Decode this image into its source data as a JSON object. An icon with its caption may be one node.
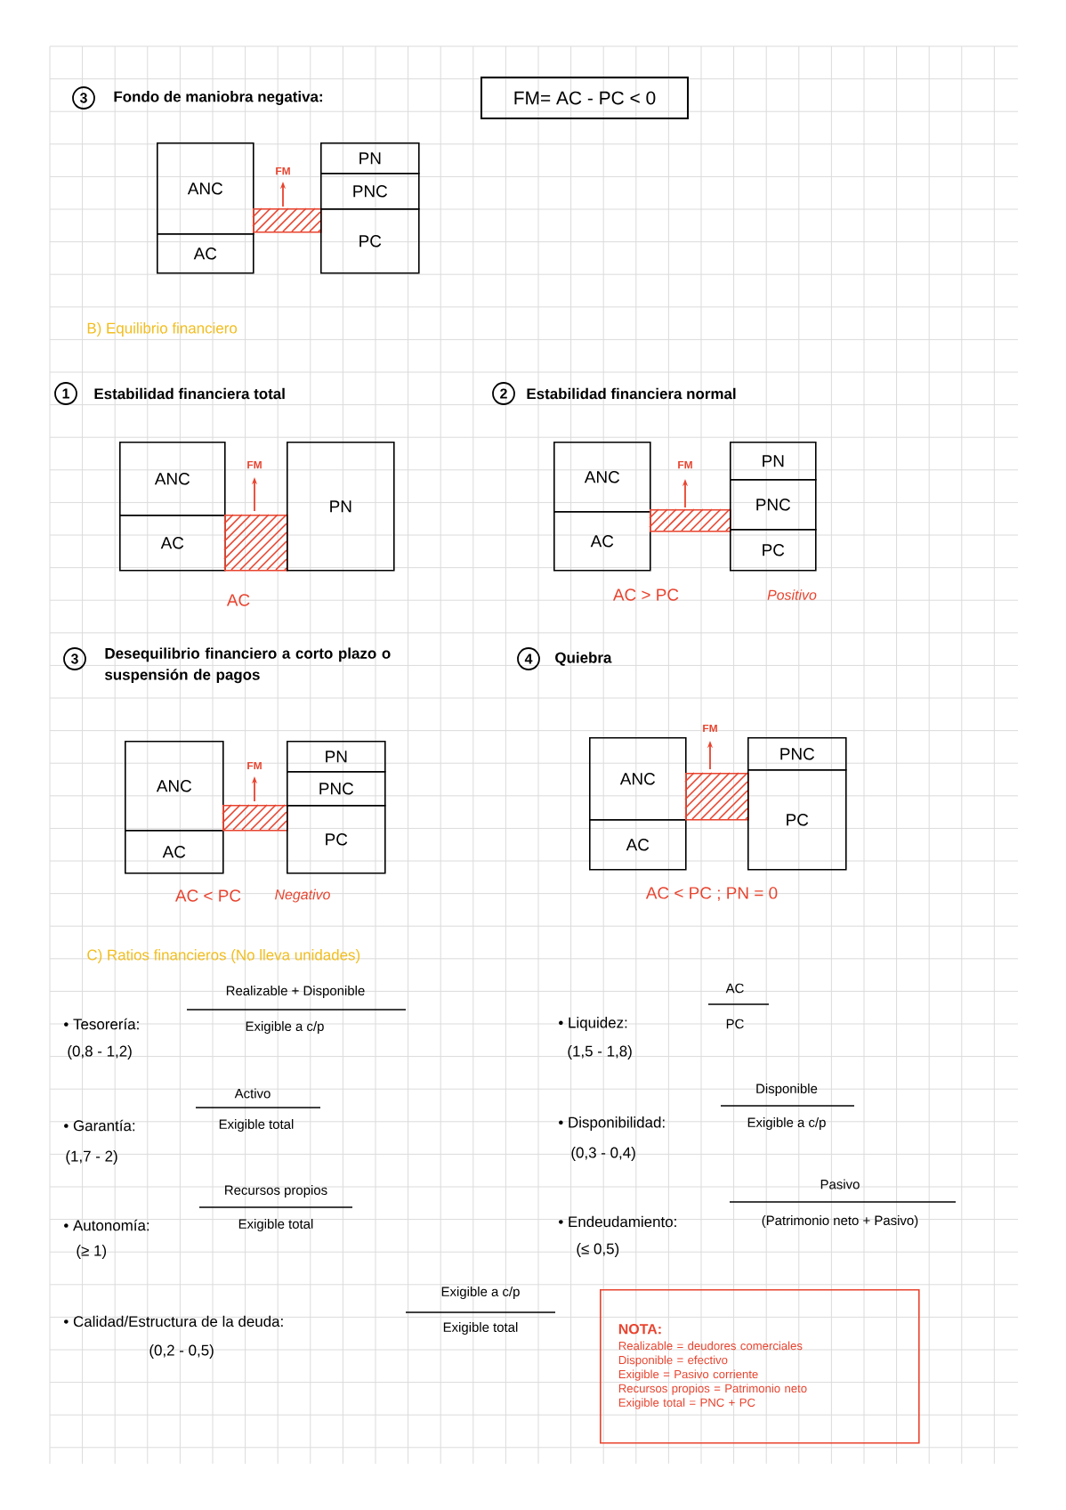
{
  "diagram": {
    "nodes": [
      {
        "text": [
          "FM= AC - PC < 0"
        ]
      },
      {
        "text": [
          "ANC"
        ]
      },
      {
        "text": [
          "AC"
        ]
      },
      {
        "text": [],
        "shape": "bar"
      },
      {
        "text": [
          "PN"
        ]
      },
      {
        "text": [
          "PNC"
        ]
      },
      {
        "text": [
          "PC"
        ]
      },
      {
        "text": [
          "ANC"
        ]
      },
      {
        "text": [
          "AC"
        ]
      },
      {
        "text": [],
        "shape": "bar"
      },
      {
        "text": [
          "PN"
        ]
      },
      {
        "text": [
          "ANC"
        ]
      },
      {
        "text": [
          "AC"
        ]
      },
      {
        "text": [],
        "shape": "bar"
      },
      {
        "text": [
          "PN"
        ]
      },
      {
        "text": [
          "PNC"
        ]
      },
      {
        "text": [
          "PC"
        ]
      },
      {
        "text": [
          "ANC"
        ]
      },
      {
        "text": [
          "AC"
        ]
      },
      {
        "text": [],
        "shape": "bar"
      },
      {
        "text": [
          "PN"
        ]
      },
      {
        "text": [
          "PNC"
        ]
      },
      {
        "text": [
          "PC"
        ]
      },
      {
        "text": [
          "ANC"
        ]
      },
      {
        "text": [
          "AC"
        ]
      },
      {
        "text": [],
        "shape": "bar"
      },
      {
        "text": [
          "PNC"
        ]
      },
      {
        "text": [
          "PC"
        ]
      },
      {
        "text": [
          "NOTA:",
          "Realizable = deudores comerciales",
          "Disponible = efectivo",
          "Exigible = Pasivo corriente",
          "Recursos propios = Patrimonio neto",
          "Exigible total = PNC + PC"
        ]
      }
    ],
    "labels": [
      "3",
      "Fondo de maniobra negativa:",
      "FM",
      "B) Equilibrio financiero",
      "1",
      "Estabilidad financiera total",
      "2",
      "Estabilidad financiera normal",
      "FM",
      "FM",
      "AC",
      "AC > PC",
      "Positivo",
      "3",
      "Desequilibrio financiero a corto plazo o suspensión de pagos",
      "4",
      "Quiebra",
      "FM",
      "FM",
      "AC < PC",
      "Negativo",
      "AC < PC ; PN = 0",
      "C) Ratios financieros (No lleva unidades)",
      "• Tesorería:",
      "Realizable + Disponible",
      "Exigible a c/p",
      "(0,8 - 1,2)",
      "• Liquidez:",
      "AC",
      "PC",
      "(1,5 - 1,8)",
      "• Garantía:",
      "Activo",
      "Exigible total",
      "(1,7 - 2)",
      "• Disponibilidad:",
      "Disponible",
      "Exigible a c/p",
      "(0,3 - 0,4)",
      "• Autonomía:",
      "Recursos propios",
      "Exigible total",
      "(≥ 1)",
      "• Endeudamiento:",
      "Pasivo",
      "(Patrimonio neto + Pasivo)",
      "(≤ 0,5)",
      "• Calidad/Estructura de la deuda:",
      "Exigible a c/p",
      "Exigible total",
      "(0,2 - 0,5)"
    ]
  }
}
